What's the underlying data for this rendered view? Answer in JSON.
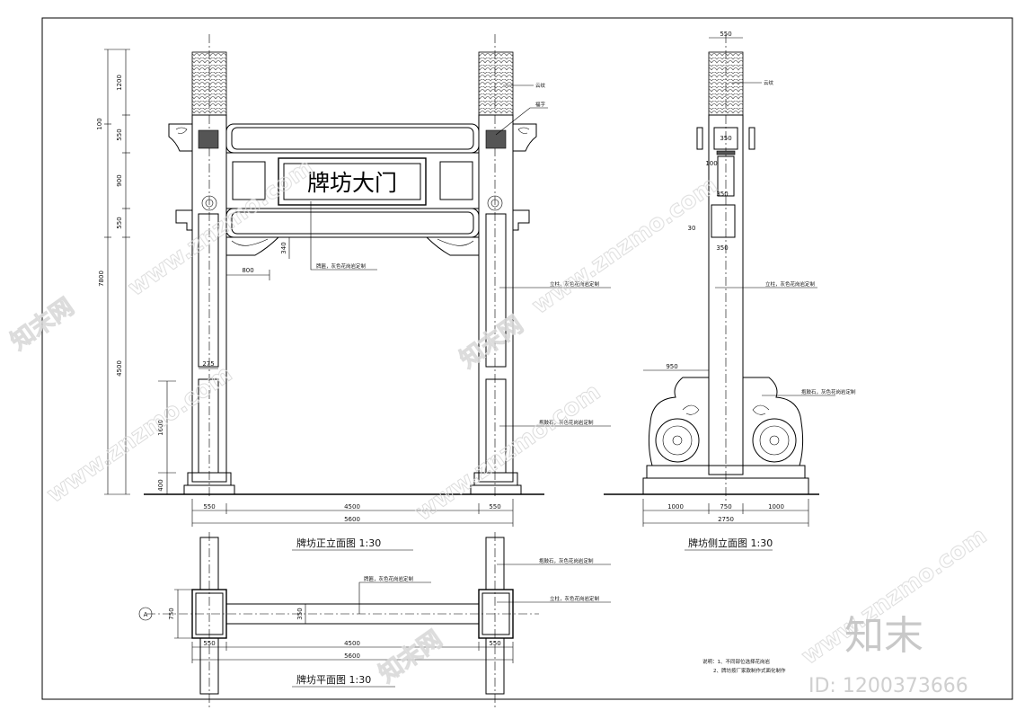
{
  "front_elevation": {
    "title": "牌坊正立面图 1:30",
    "plaque_text": "牌坊大门",
    "dims_left": [
      "100",
      "1200",
      "550",
      "900",
      "550",
      "7800",
      "4500",
      "1600",
      "400"
    ],
    "dims_inner": [
      "340",
      "800",
      "275"
    ],
    "dims_bottom": [
      "550",
      "4500",
      "550",
      "5600"
    ],
    "labels": {
      "cloud": "云纹",
      "fu": "福字",
      "plaque": "牌匾，灰色花岗岩定制",
      "column": "立柱，灰色花岗岩定制",
      "drum": "抱鼓石，灰色花岗岩定制"
    }
  },
  "side_elevation": {
    "title": "牌坊侧立面图 1:30",
    "dims": [
      "550",
      "350",
      "100",
      "350",
      "30",
      "350",
      "950",
      "1000",
      "750",
      "1000",
      "2750"
    ],
    "labels": {
      "cloud": "云纹",
      "column": "立柱，灰色花岗岩定制",
      "drum": "抱鼓石，灰色花岗岩定制"
    }
  },
  "plan": {
    "title": "牌坊平面图 1:30",
    "axis_tag": "A",
    "dims": [
      "750",
      "350",
      "550",
      "4500",
      "550",
      "5600"
    ],
    "labels": {
      "drum": "抱鼓石，灰色花岗岩定制",
      "plaque": "牌匾，灰色花岗岩定制",
      "column": "立柱，灰色花岗岩定制"
    }
  },
  "notes": {
    "line1": "说明：1、不同部位选择花岗岩",
    "line2": "2、牌坊按厂家款制作式面化制作"
  },
  "watermark": {
    "site": "www.znzmo.com",
    "brand": "知末网",
    "logo": "知末",
    "id": "ID: 1200373666"
  }
}
